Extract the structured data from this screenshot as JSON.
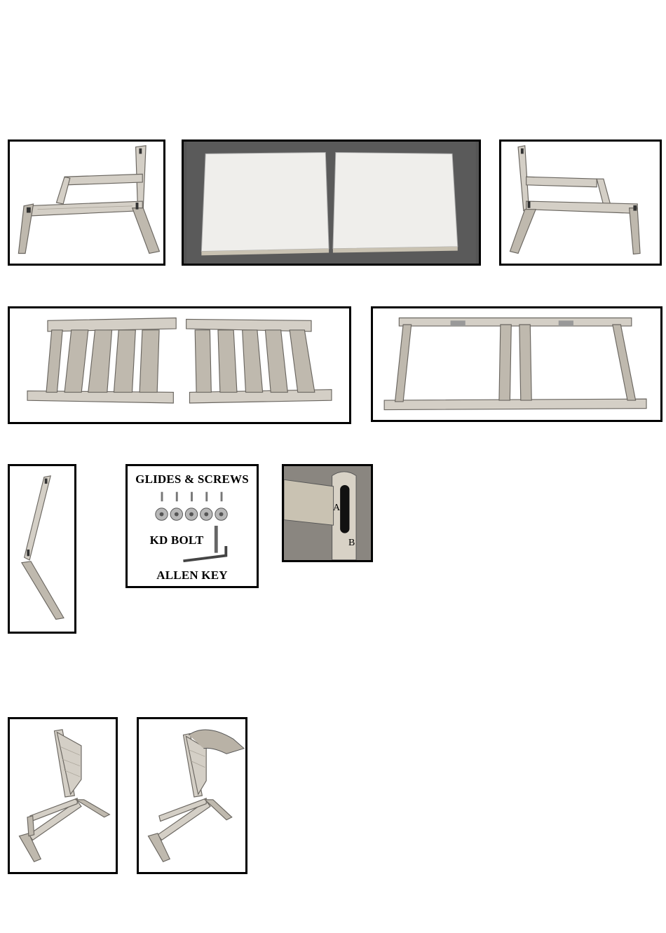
{
  "hardware": {
    "glides_label": "GLIDES & SCREWS",
    "bolt_label": "KD BOLT",
    "key_label": "ALLEN KEY"
  },
  "detail": {
    "label_a": "A",
    "label_b": "B"
  },
  "icons": {
    "side_frame_left": "chair-side-frame-left-photo",
    "cushions": "seat-cushions-photo",
    "side_frame_right": "chair-side-frame-right-photo",
    "slat_panels": "slat-panels-photo",
    "base_frame": "base-frame-photo",
    "leg": "single-leg-photo",
    "bolt_detail": "bolt-slot-detail-photo",
    "chair_step1": "assembled-chair-step-photo",
    "chair_step2": "assembled-chair-with-hand-photo"
  }
}
